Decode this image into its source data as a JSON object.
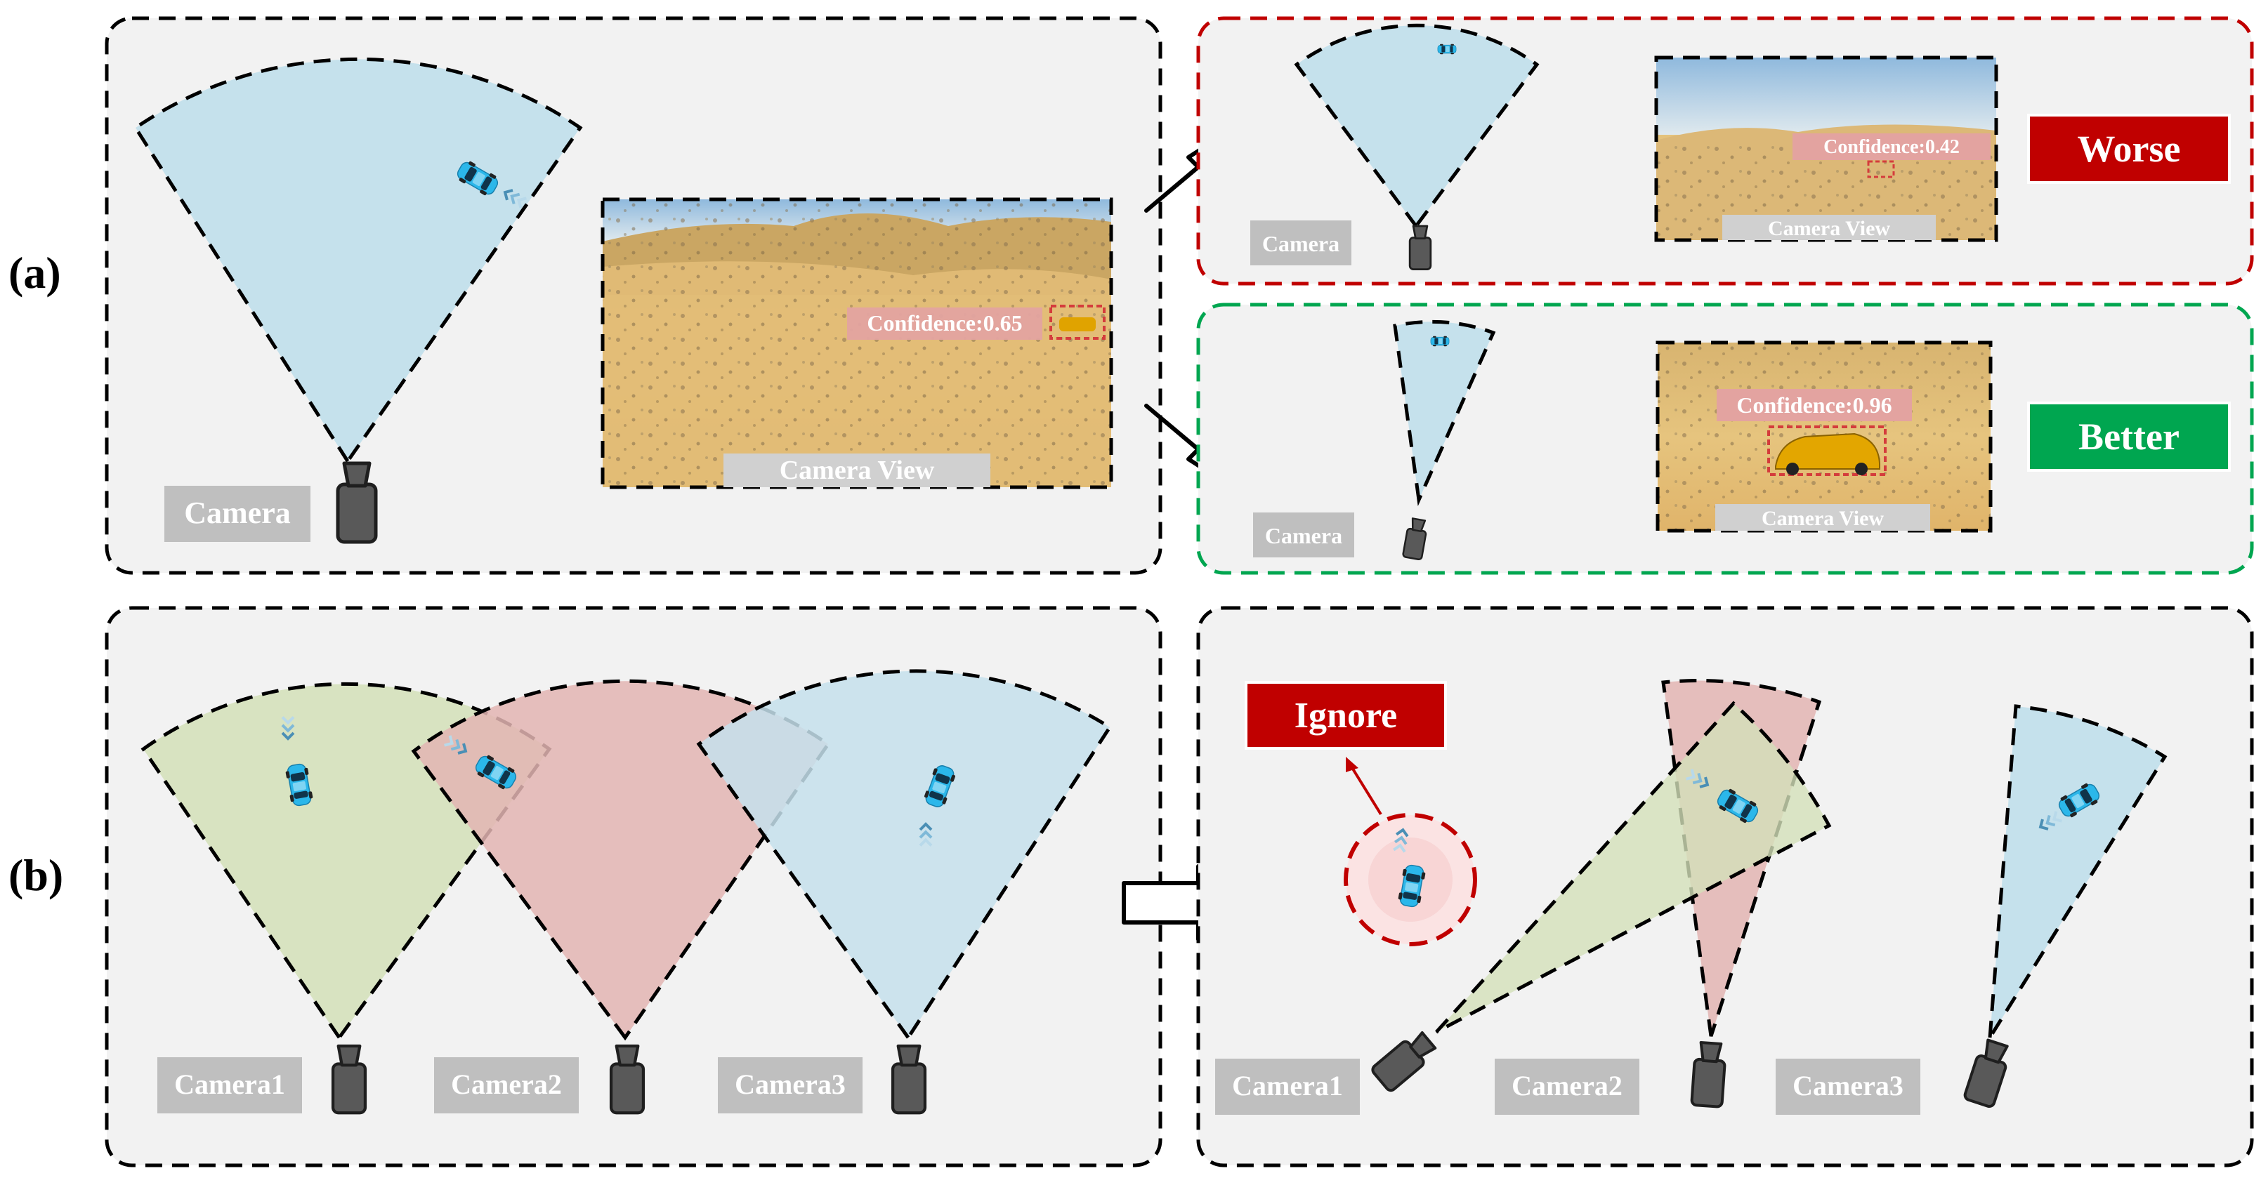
{
  "panel_labels": {
    "a": "(a)",
    "b": "(b)"
  },
  "panel_a": {
    "left": {
      "camera_label": "Camera",
      "view_label": "Camera View",
      "confidence": "Confidence:0.65"
    },
    "worse": {
      "camera_label": "Camera",
      "view_label": "Camera View",
      "confidence": "Confidence:0.42",
      "badge": "Worse"
    },
    "better": {
      "camera_label": "Camera",
      "view_label": "Camera View",
      "confidence": "Confidence:0.96",
      "badge": "Better"
    }
  },
  "panel_b": {
    "left": {
      "camera_labels": [
        "Camera1",
        "Camera2",
        "Camera3"
      ]
    },
    "right": {
      "camera_labels": [
        "Camera1",
        "Camera2",
        "Camera3"
      ],
      "ignore_label": "Ignore"
    }
  },
  "colors": {
    "blue_fov": "#c5e1ec",
    "green_fov": "#d3e0b9",
    "red_fov": "#e3b5b3",
    "worse": "#c00000",
    "better": "#00a650",
    "label_bg": "#bfbfbf",
    "car": "#2bb7ea"
  }
}
